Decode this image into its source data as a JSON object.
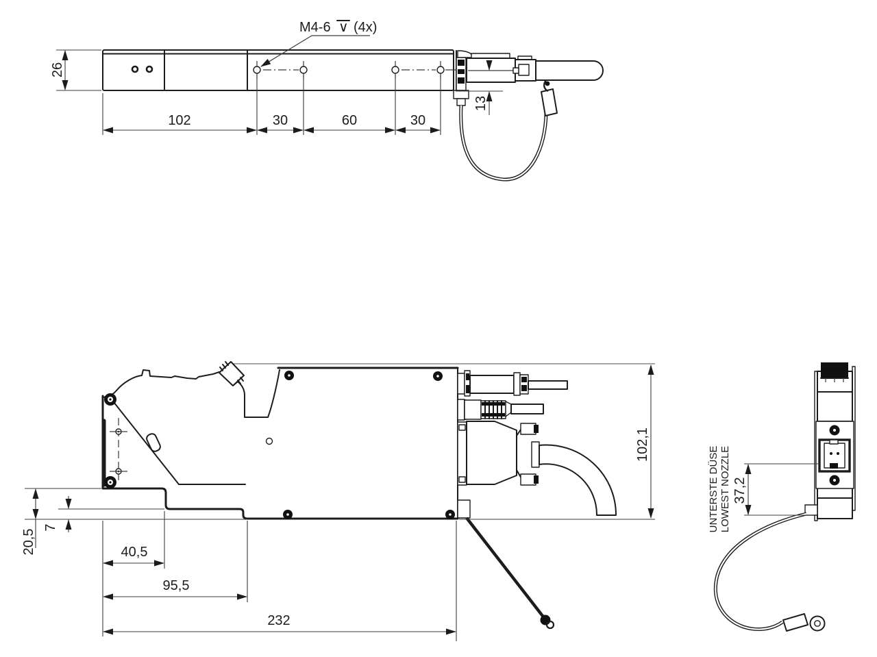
{
  "drawing": {
    "type": "engineering-drawing",
    "background": "#ffffff",
    "line_color": "#1c1c1c",
    "top_view": {
      "thread_callout": {
        "prefix": "M4-6",
        "depth_symbol": "∨",
        "suffix": "(4x)"
      },
      "dim_height": "26",
      "dim_left_span": "102",
      "dim_pitch_a": "30",
      "dim_pitch_mid": "60",
      "dim_pitch_b": "30",
      "dim_offset": "13"
    },
    "side_view": {
      "dim_foot_height": "20,5",
      "dim_step_height": "7",
      "dim_step_a": "40,5",
      "dim_step_b": "95,5",
      "dim_total_length": "232",
      "dim_total_height": "102,1"
    },
    "end_view": {
      "note_line1": "UNTERSTE DÜSE",
      "note_line2": "LOWEST NOZZLE",
      "dim_nozzle": "37,2"
    }
  }
}
